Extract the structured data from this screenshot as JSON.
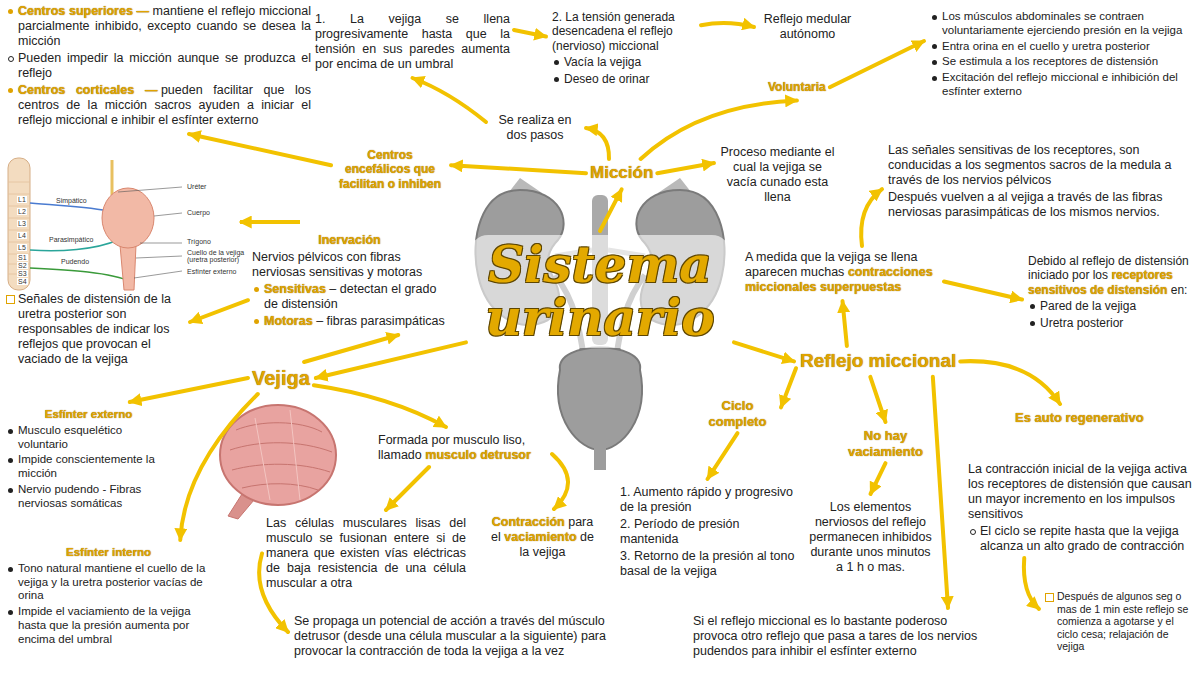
{
  "diagram": {
    "nodes": [
      {
        "text": [
          "Sistema urinario"
        ]
      },
      {
        "text": [
          "Micción"
        ]
      },
      {
        "text": [
          "Proceso mediante el cual la vejiga se vacía cunado esta llena"
        ]
      },
      {
        "text": [
          "Se realiza en dos pasos"
        ]
      },
      {
        "text": [
          "1. La vejiga se llena progresivamente hasta que la tensión en sus paredes aumenta por encima de un umbral"
        ]
      },
      {
        "text": [
          "2. La tensión generada desencadena el reflejo (nervioso) miccional",
          "Vacía la vejiga",
          "Deseo de orinar"
        ]
      },
      {
        "text": [
          "Reflejo medular autónomo"
        ]
      },
      {
        "text": [
          "Voluntaria"
        ]
      },
      {
        "text": [
          "Los músculos abdominales se contraen voluntariamente ejerciendo presión en la vejiga",
          "Entra orina en el cuello y uretra posterior",
          "Se estimula a los receptores de distensión",
          "Excitación del reflejo miccional e inhibición del esfínter externo"
        ]
      },
      {
        "text": [
          "Centros encefálicos que facilitan o inhiben"
        ]
      },
      {
        "text": [
          "Centros superiores —",
          "mantiene el reflejo miccional parcialmente inhibido, excepto cuando se desea la micción",
          "Pueden impedir la micción aunque se produzca el reflejo",
          "Centros corticales —",
          "pueden facilitar que los centros de la micción sacros ayuden a iniciar el reflejo miccional e inhibir el esfínter externo"
        ]
      },
      {
        "text": [
          "Inervación",
          "Nervios pélvicos con fibras nerviosas sensitivas y motoras",
          "Sensitivas",
          "– detectan el grado de distensión",
          "Motoras",
          "– fibras parasimpáticas"
        ]
      },
      {
        "text": [
          "Señales de distensión de la uretra posterior son responsables de indicar los reflejos que provocan el vaciado de la vejiga"
        ]
      },
      {
        "text": [
          "Vejiga"
        ]
      },
      {
        "text": [
          "Esfínter externo",
          "Musculo esquelético voluntario",
          "Impide conscientemente la micción",
          "Nervio pudendo - Fibras nerviosas somáticas"
        ]
      },
      {
        "text": [
          "Esfínter interno",
          "Tono natural mantiene el cuello de la vejiga y la uretra posterior vacías de orina",
          "Impide el vaciamiento de la vejiga hasta que la presión aumenta por encima del umbral"
        ]
      },
      {
        "text": [
          "Formada por musculo liso, llamado",
          "musculo detrusor"
        ]
      },
      {
        "text": [
          "Las células musculares lisas del musculo se fusionan entere si de manera que existen vías eléctricas de baja resistencia de una célula muscular a otra"
        ]
      },
      {
        "text": [
          "Contracción",
          "para el",
          "vaciamiento",
          "de la vejiga"
        ]
      },
      {
        "text": [
          "Se propaga un potencial de acción a través del músculo detrusor (desde una célula muscular a la siguiente) para provocar la contracción de toda la vejiga a la vez"
        ]
      },
      {
        "text": [
          "Reflejo miccional"
        ]
      },
      {
        "text": [
          "A medida que la vejiga se llena aparecen muchas",
          "contracciones miccionales superpuestas"
        ]
      },
      {
        "text": [
          "Las señales sensitivas de los receptores, son conducidas a los segmentos sacros de la medula a través de los nervios pélvicos",
          "Después vuelven a al vejiga a través de las fibras nerviosas parasimpáticas de los mismos nervios."
        ]
      },
      {
        "text": [
          "Debido al reflejo de distensión iniciado por los",
          "receptores sensitivos de distensión",
          "en:",
          "Pared de la vejiga",
          "Uretra posterior"
        ]
      },
      {
        "text": [
          "Es auto regenerativo"
        ]
      },
      {
        "text": [
          "La contracción inicial de la vejiga activa los receptores de distensión que causan un mayor incremento en los impulsos sensitivos",
          "El ciclo se repite hasta que la vejiga alcanza un alto grado de contracción"
        ]
      },
      {
        "text": [
          "Después de algunos seg o mas de 1 min este reflejo se comienza a agotarse y el ciclo cesa; relajación de vejiga"
        ]
      },
      {
        "text": [
          "Ciclo completo"
        ]
      },
      {
        "text": [
          "1. Aumento rápido y progresivo de la presión",
          "2. Período de presión mantenida",
          "3. Retorno de la presión al tono basal de la vejiga"
        ]
      },
      {
        "text": [
          "No hay vaciamiento"
        ]
      },
      {
        "text": [
          "Los elementos nerviosos del reflejo permanecen inhibidos durante unos minutos a 1 h o mas."
        ]
      },
      {
        "text": [
          "Si el reflejo miccional es lo bastante poderoso provoca otro reflejo que pasa a tares de los nervios pudendos para inhibir el esfínter externo"
        ]
      }
    ],
    "edges": [
      {
        "from": 0,
        "to": 1,
        "arrow": "to"
      },
      {
        "from": 1,
        "to": 3,
        "arrow": "to"
      },
      {
        "from": 3,
        "to": 4,
        "arrow": "to"
      },
      {
        "from": 4,
        "to": 5,
        "arrow": "to"
      },
      {
        "from": 5,
        "to": 6,
        "arrow": "to"
      },
      {
        "from": 1,
        "to": 7,
        "arrow": "to"
      },
      {
        "from": 7,
        "to": 8,
        "arrow": "to"
      },
      {
        "from": 1,
        "to": 2,
        "arrow": "to"
      },
      {
        "from": 1,
        "to": 9,
        "arrow": "to"
      },
      {
        "from": 9,
        "to": 10,
        "arrow": "to"
      },
      {
        "from": 13,
        "to": 11,
        "arrow": "to"
      },
      {
        "from": 11,
        "to": 12,
        "arrow": "to"
      },
      {
        "from": 0,
        "to": 13,
        "arrow": "to"
      },
      {
        "from": 0,
        "to": 20,
        "arrow": "to"
      },
      {
        "from": 13,
        "to": 14,
        "arrow": "to"
      },
      {
        "from": 13,
        "to": 15,
        "arrow": "to"
      },
      {
        "from": 13,
        "to": 16,
        "arrow": "to"
      },
      {
        "from": 16,
        "to": 17,
        "arrow": "to"
      },
      {
        "from": 16,
        "to": 18,
        "arrow": "to"
      },
      {
        "from": 17,
        "to": 19,
        "arrow": "to"
      },
      {
        "from": 20,
        "to": 21,
        "arrow": "to"
      },
      {
        "from": 21,
        "to": 22,
        "arrow": "to"
      },
      {
        "from": 21,
        "to": 23,
        "arrow": "to"
      },
      {
        "from": 20,
        "to": 24,
        "arrow": "to"
      },
      {
        "from": 25,
        "to": 26,
        "arrow": "to"
      },
      {
        "from": 20,
        "to": 27,
        "arrow": "to"
      },
      {
        "from": 27,
        "to": 28,
        "arrow": "to"
      },
      {
        "from": 20,
        "to": 29,
        "arrow": "to"
      },
      {
        "from": 29,
        "to": 30,
        "arrow": "to"
      },
      {
        "from": 20,
        "to": 31,
        "arrow": "to"
      }
    ],
    "labels": [
      "L1",
      "L2",
      "L3",
      "L4",
      "L5",
      "S1",
      "S2",
      "S3",
      "S4",
      "Simpático",
      "Uréter",
      "Cuerpo",
      "Parasimpático",
      "Trígono",
      "Cuello de la vejiga (uretra posterior)",
      "Pudendo",
      "Esfínter externo"
    ]
  }
}
